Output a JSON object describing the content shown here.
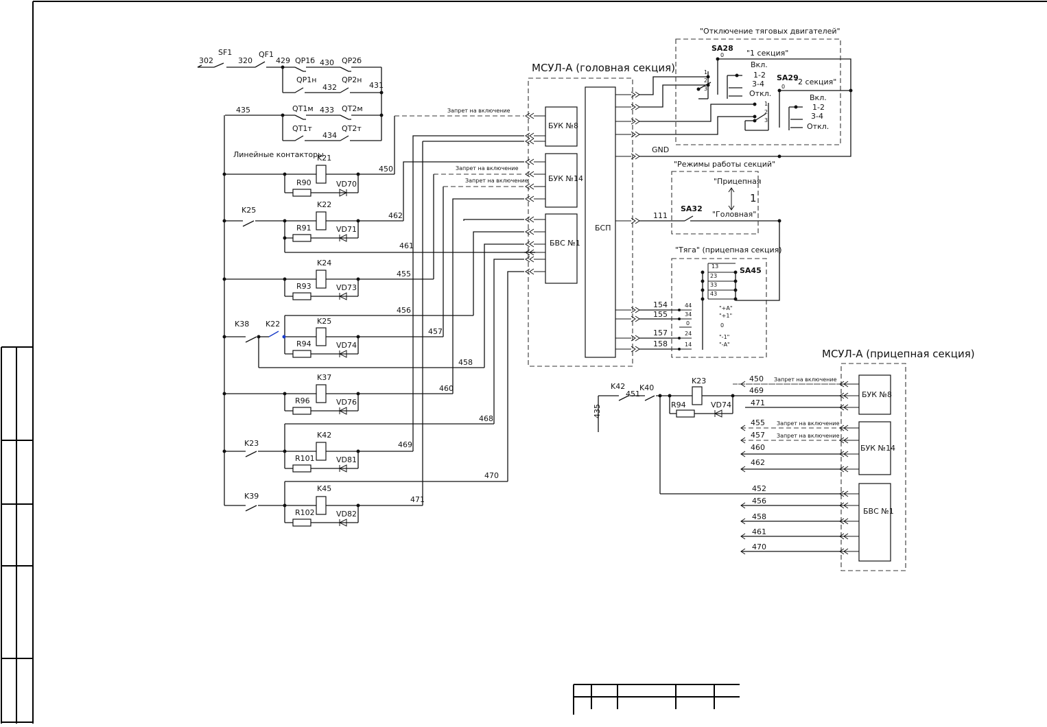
{
  "titles": {
    "head_section": "МСУЛ-А (головная секция)",
    "trail_section": "МСУЛ-А (прицепная секция)",
    "motors_group": "\"Отключение тяговых двигателей\"",
    "modes_group": "\"Режимы работы секций\"",
    "traction_group": "\"Тяга\" (прицепная секция)",
    "line_contactors": "Линейные контакторы"
  },
  "blocks": {
    "buk8": "БУК №8",
    "buk14": "БУК №14",
    "bvs1": "БВС №1",
    "bsp": "БСП"
  },
  "notes": {
    "interlock": "Запрет на включение"
  },
  "switches": {
    "sa28": "SA28",
    "sa29": "SA29",
    "sa32": "SA32",
    "sa45": "SA45",
    "sec1": "\"1 секция\"",
    "sec2": "\"2 секция\"",
    "on": "Вкл.",
    "off": "Откл.",
    "pos12": "1-2",
    "pos34": "3-4",
    "zero": "0",
    "trailer": "\"Прицепная",
    "head": "\"Головная\"",
    "one": "1",
    "gnd": "GND"
  },
  "sa45_rows": [
    "13",
    "23",
    "33",
    "43"
  ],
  "sa45_pos": [
    "44",
    "34",
    "0",
    "24",
    "14"
  ],
  "sa45_marks": [
    "\"+А\"",
    "\"+1\"",
    "0",
    "\"-1\"",
    "\"-А\""
  ],
  "top_chain": {
    "sf1": "SF1",
    "qf1": "QF1",
    "n302": "302",
    "n320": "320",
    "n429": "429",
    "n430": "430",
    "n431": "431",
    "n432": "432",
    "n433": "433",
    "n434": "434",
    "n435": "435",
    "qp1b": "QP1б",
    "qp2b": "QP2б",
    "qp1n": "QP1н",
    "qp2n": "QP2н",
    "qt1m": "QT1м",
    "qt2m": "QT2м",
    "qt1t": "QT1т",
    "qt2t": "QT2т"
  },
  "relays": [
    {
      "k": "K21",
      "r": "R90",
      "vd": "VD70"
    },
    {
      "k": "K22",
      "r": "R91",
      "vd": "VD71"
    },
    {
      "k": "K24",
      "r": "R93",
      "vd": "VD73"
    },
    {
      "k": "K25",
      "r": "R94",
      "vd": "VD74"
    },
    {
      "k": "K37",
      "r": "R96",
      "vd": "VD76"
    },
    {
      "k": "K42",
      "r": "R101",
      "vd": "VD81"
    },
    {
      "k": "K45",
      "r": "R102",
      "vd": "VD82"
    }
  ],
  "contacts": {
    "k25": "K25",
    "k38": "K38",
    "k22": "K22",
    "k23": "K23",
    "k39": "K39"
  },
  "wires_left": [
    "450",
    "462",
    "461",
    "455",
    "456",
    "457",
    "458",
    "460",
    "468",
    "469",
    "470",
    "471"
  ],
  "wires_bsp": [
    "111",
    "154",
    "155",
    "157",
    "158"
  ],
  "trail": {
    "k42": "K42",
    "k40": "K40",
    "k23": "K23",
    "r94": "R94",
    "vd74": "VD74",
    "n451": "451",
    "n435": "435",
    "buk8_wires": [
      "450",
      "469",
      "471"
    ],
    "buk14_wires": [
      "455",
      "457",
      "460",
      "462"
    ],
    "bvs_wires": [
      "452",
      "456",
      "458",
      "461",
      "470"
    ]
  }
}
